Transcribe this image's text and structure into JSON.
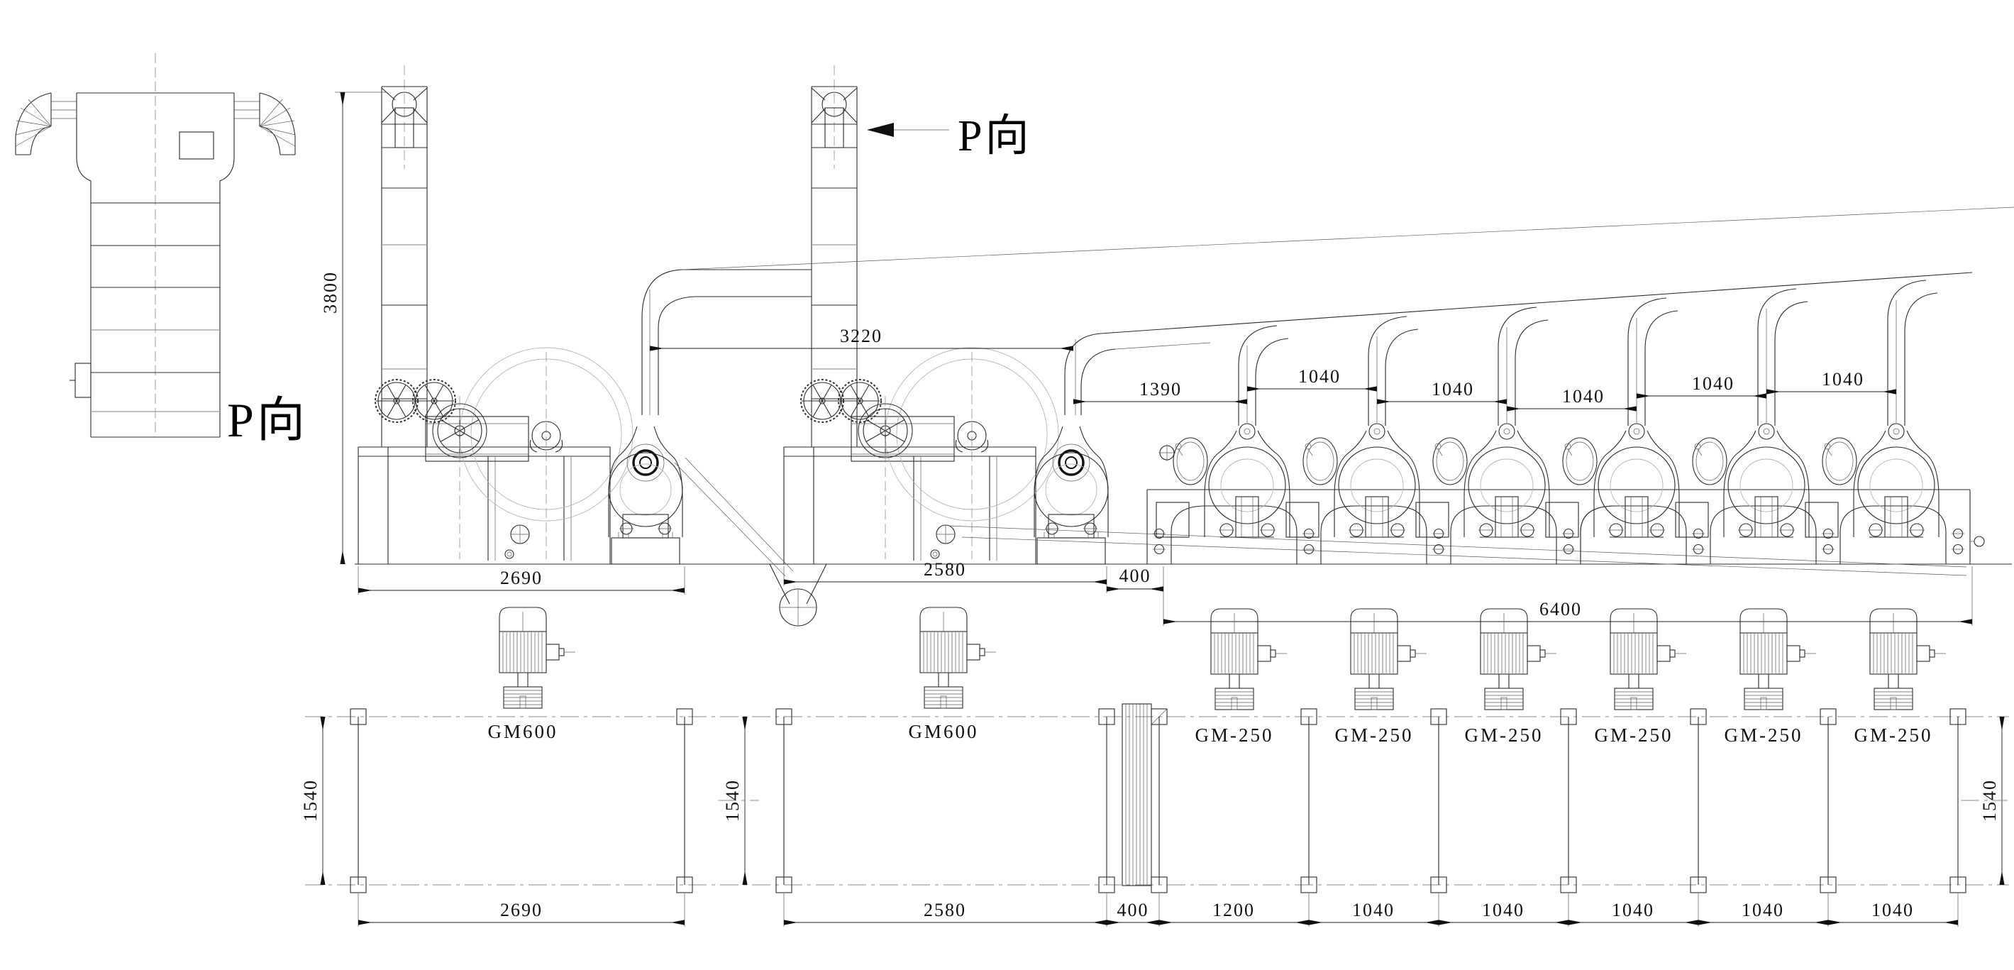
{
  "labels": {
    "p_view": "P向"
  },
  "elevation": {
    "dim_height": "3800",
    "top_dims": [
      "3220",
      "1390",
      "1040",
      "1040",
      "1040",
      "1040",
      "1040"
    ],
    "bottom_dims": [
      "2690",
      "2580",
      "400",
      "6400"
    ]
  },
  "plan": {
    "side_dims": [
      "1540",
      "1540",
      "1540"
    ],
    "bottom_dims": [
      "2690",
      "2580",
      "400",
      "1200",
      "1040",
      "1040",
      "1040",
      "1040",
      "1040"
    ],
    "machine_labels": [
      "GM600",
      "GM600",
      "GM-250",
      "GM-250",
      "GM-250",
      "GM-250",
      "GM-250",
      "GM-250"
    ]
  }
}
